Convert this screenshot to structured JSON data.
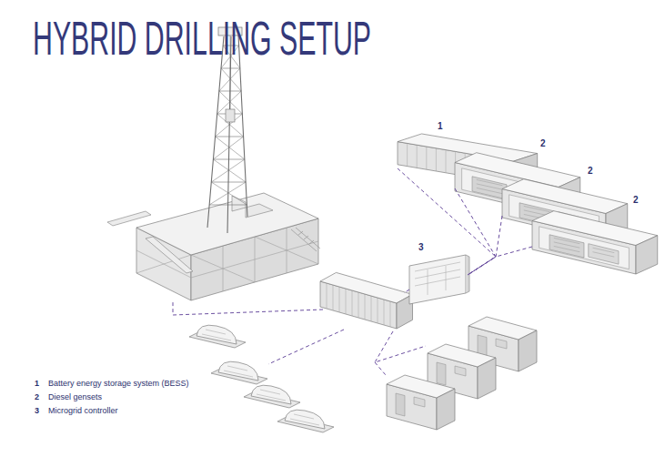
{
  "diagram": {
    "title": "HYBRID DRILLING SETUP",
    "nodes": [
      {
        "text": [
          "1"
        ]
      },
      {
        "text": [
          "2"
        ]
      },
      {
        "text": [
          "2"
        ]
      },
      {
        "text": [
          "2"
        ]
      },
      {
        "text": [
          "3"
        ]
      }
    ],
    "edges": [
      {
        "from": 0,
        "to": 4,
        "arrow": "none"
      },
      {
        "from": 1,
        "to": 4,
        "arrow": "none"
      },
      {
        "from": 2,
        "to": 4,
        "arrow": "none"
      },
      {
        "from": 3,
        "to": 4,
        "arrow": "none"
      }
    ],
    "labels": [
      "1",
      "2",
      "3"
    ],
    "legend": [
      {
        "text": "Battery energy storage system (BESS)"
      },
      {
        "text": "Diesel gensets"
      },
      {
        "text": "Microgrid controller"
      }
    ]
  }
}
